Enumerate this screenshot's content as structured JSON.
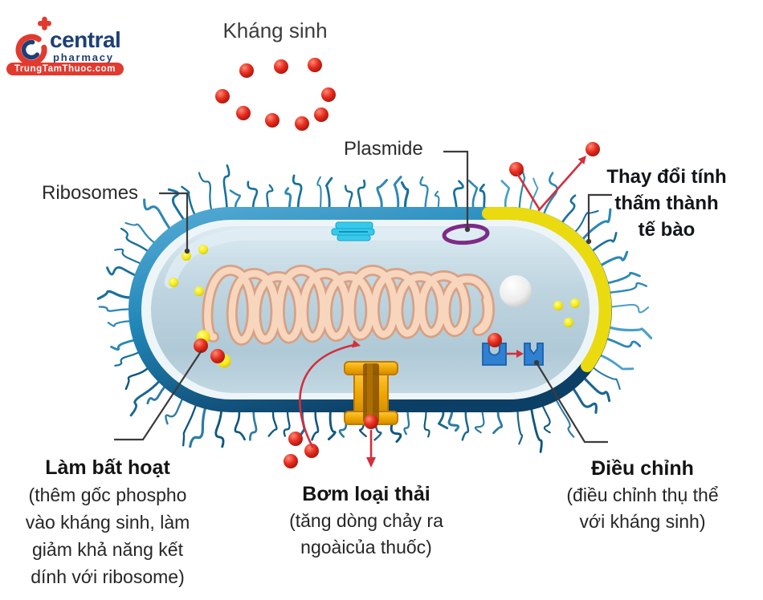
{
  "logo": {
    "brand": "central",
    "tagline": "pharmacy",
    "banner": "TrungTamThuoc.com"
  },
  "title": {
    "antibiotic_label": "Kháng sinh"
  },
  "callouts": {
    "plasmid": "Plasmide",
    "ribosomes": "Ribosomes",
    "permeability": {
      "lines": [
        "Thay đổi tính",
        "thấm thành",
        "tế bào"
      ]
    },
    "inactivation": {
      "title": "Làm bất hoạt",
      "detail": [
        "(thêm gốc phospho",
        "vào kháng sinh, làm",
        "giảm khả năng kết",
        "dính với ribosome)"
      ]
    },
    "efflux": {
      "title": "Bơm loại thải",
      "detail": [
        "(tăng dòng chảy ra",
        "ngoàicủa thuốc)"
      ]
    },
    "modification": {
      "title": "Điều chỉnh",
      "detail": [
        "(điều chỉnh thụ thể",
        "với kháng sinh)"
      ]
    }
  },
  "colors": {
    "red": "#e3281c",
    "redDeep": "#9e120a",
    "arrow": "#d32f3c",
    "membraneBlue": "#2e8fc2",
    "membraneDark": "#0d476f",
    "membraneYellow": "#eada10",
    "flagella": "#2d88b4",
    "interior": "#b9cfdb",
    "interiorLight": "#dcebf2",
    "dna": "#f7d6bd",
    "dnaOutline": "#d99e80",
    "ribosomeYellow": "#f2e50a",
    "plasmid": "#7d2b87",
    "cyan": "#38c9ea",
    "pumpGold": "#f2ab04",
    "pumpDark": "#8a5200",
    "receptorBlue": "#2f80d0",
    "connector": "#3b3b3b",
    "textDark": "#141414",
    "textBody": "#2e2e2e",
    "logoBlue": "#1c3f78",
    "logoRed": "#e23a2e"
  }
}
